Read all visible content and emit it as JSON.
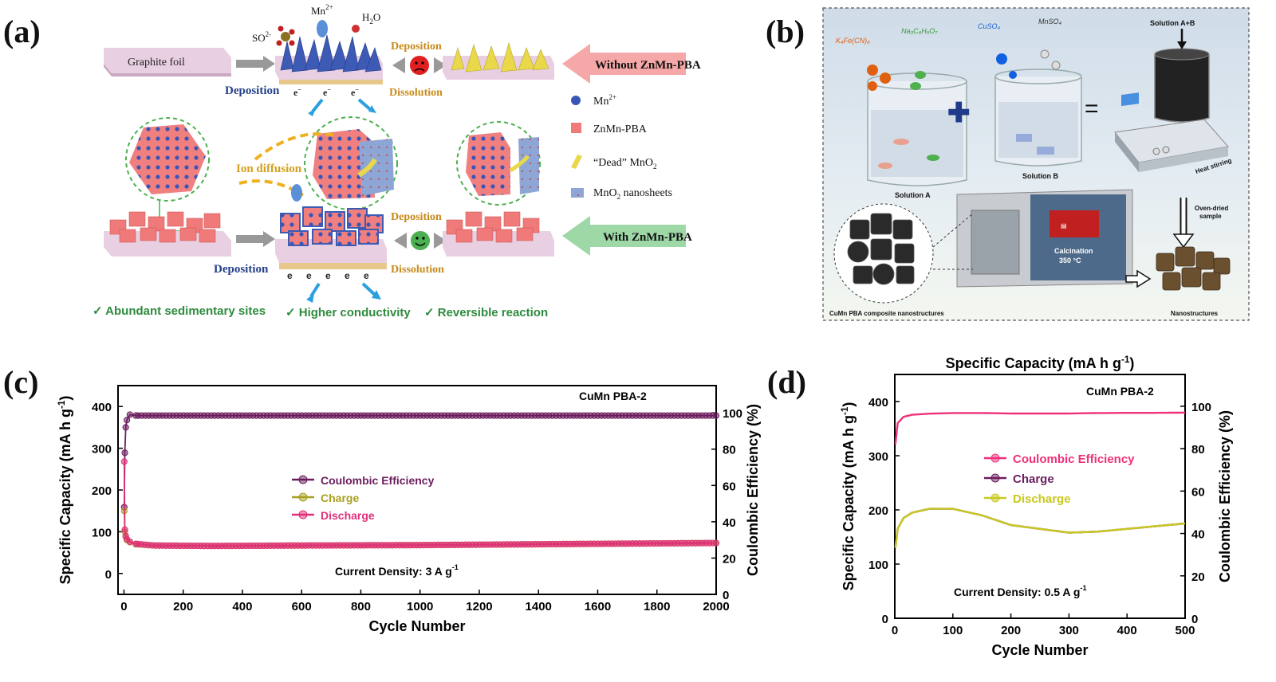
{
  "panels": {
    "a": "(a)",
    "b": "(b)",
    "c": "(c)",
    "d": "(d)"
  },
  "panel_a": {
    "graphite_foil": "Graphite foil",
    "ions": {
      "so4": "SO",
      "so4_sup": "2-",
      "so4_sub": "4",
      "mn": "Mn",
      "mn_sup": "2+",
      "h2o": "H",
      "h2o_sub": "2",
      "h2o_tail": "O"
    },
    "deposition_1": "Deposition",
    "deposition_2": "Deposition",
    "deposition_r1": "Deposition",
    "dissolution_r1": "Dissolution",
    "deposition_r2": "Deposition",
    "dissolution_r2": "Dissolution",
    "ion_diffusion": "Ion diffusion",
    "electron": "e",
    "electron_sup": "−",
    "without_label": "Without ZnMn-PBA",
    "with_label": "With ZnMn-PBA",
    "legend": {
      "mn": "Mn",
      "mn_sup": "2+",
      "pba": "ZnMn-PBA",
      "dead": "“Dead” MnO",
      "dead_sub": "2",
      "nanosheets": "MnO",
      "nanosheets_sub": "2",
      "nanosheets_tail": " nanosheets"
    },
    "checks": [
      "✓  Abundant sedimentary sites",
      "✓  Higher conductivity",
      "✓  Reversible reaction"
    ],
    "colors": {
      "blue_text": "#26408b",
      "orange_text": "#c88a1a",
      "green_text": "#2e8b3e",
      "pink": "#f07a7a",
      "dead": "#e8d84a"
    }
  },
  "panel_b": {
    "k4": "K₄Fe(CN)₆",
    "na3": "Na₃C₆H₅O₇",
    "cuso4": "CuSO₄",
    "mnso4": "MnSO₄",
    "sol_ab": "Solution A+B",
    "sol_a": "Solution A",
    "sol_b": "Solution B",
    "heat": "Heat stirring",
    "oven": "Oven-dried",
    "oven2": "sample",
    "calc": "Calcination",
    "calc_temp": "350 °C",
    "cumn": "CuMn PBA composite nanostructures",
    "nano": "Nanostructures"
  },
  "chart_data": [
    {
      "type": "line",
      "panel": "c",
      "title": "",
      "annotation": "CuMn PBA-2",
      "current_density": "Current Density: 3 A g",
      "current_density_sup": "-1",
      "xlabel": "Cycle Number",
      "ylabel": "Specific Capacity (mA h g",
      "ylabel_sup": "-1",
      "ylabel_tail": ")",
      "y2label": "Coulombic Efficiency (%)",
      "xlim": [
        -20,
        2000
      ],
      "ylim": [
        -50,
        450
      ],
      "y2lim": [
        0,
        115
      ],
      "xticks": [
        "0",
        "200",
        "400",
        "600",
        "800",
        "1000",
        "1200",
        "1400",
        "1600",
        "1800",
        "2000"
      ],
      "yticks": [
        "0",
        "100",
        "200",
        "300",
        "400"
      ],
      "y2ticks": [
        "0",
        "20",
        "40",
        "60",
        "80",
        "100"
      ],
      "legend": [
        "Coulombic Efficiency",
        "Charge",
        "Discharge"
      ],
      "series": [
        {
          "name": "Coulombic Efficiency",
          "axis": "right",
          "color": "#6b1d5e",
          "x": [
            1,
            3,
            6,
            10,
            20,
            40,
            100,
            300,
            600,
            1000,
            1400,
            1800,
            2000
          ],
          "y": [
            48,
            78,
            92,
            96,
            99,
            98.5,
            98.5,
            98.5,
            98.5,
            98.5,
            98.5,
            98.5,
            98.5
          ]
        },
        {
          "name": "Charge",
          "axis": "left",
          "color": "#a8a020",
          "x": [
            1,
            3,
            6,
            10,
            20,
            40,
            100,
            300,
            600,
            1000,
            1400,
            1800,
            2000
          ],
          "y": [
            150,
            100,
            88,
            80,
            75,
            70,
            67,
            66,
            67,
            68,
            70,
            72,
            73
          ]
        },
        {
          "name": "Discharge",
          "axis": "left",
          "color": "#e0307a",
          "x": [
            1,
            3,
            6,
            10,
            20,
            40,
            100,
            300,
            600,
            1000,
            1400,
            1800,
            2000
          ],
          "y": [
            268,
            105,
            90,
            82,
            76,
            71,
            67,
            66,
            67,
            68,
            70,
            72,
            73
          ]
        }
      ]
    },
    {
      "type": "line",
      "panel": "d",
      "title": "Specific Capacity (mA h g",
      "title_sup": "-1",
      "title_tail": ")",
      "annotation": "CuMn PBA-2",
      "current_density": "Current Density: 0.5 A g",
      "current_density_sup": "-1",
      "xlabel": "Cycle Number",
      "ylabel": "Specific Capacity (mA h g",
      "ylabel_sup": "-1",
      "ylabel_tail": ")",
      "y2label": "Coulombic Efficiency (%)",
      "xlim": [
        0,
        500
      ],
      "ylim": [
        0,
        450
      ],
      "y2lim": [
        0,
        115
      ],
      "xticks": [
        "0",
        "100",
        "200",
        "300",
        "400",
        "500"
      ],
      "yticks": [
        "0",
        "100",
        "200",
        "300",
        "400"
      ],
      "y2ticks": [
        "0",
        "20",
        "40",
        "60",
        "80",
        "100"
      ],
      "legend": [
        "Coulombic Efficiency",
        "Charge",
        "Discharge"
      ],
      "series": [
        {
          "name": "Coulombic Efficiency",
          "axis": "right",
          "color": "#f0307a",
          "x": [
            1,
            5,
            15,
            30,
            60,
            100,
            150,
            200,
            250,
            300,
            350,
            400,
            450,
            500
          ],
          "y": [
            82,
            92,
            95,
            96,
            96.5,
            96.8,
            96.8,
            96.6,
            96.6,
            96.6,
            96.8,
            96.9,
            96.9,
            97
          ]
        },
        {
          "name": "Charge",
          "axis": "left",
          "color": "#6b1d5e",
          "x": [
            1,
            5,
            15,
            30,
            60,
            100,
            150,
            200,
            250,
            300,
            350,
            400,
            450,
            500
          ],
          "y": [
            130,
            165,
            185,
            195,
            202,
            202,
            190,
            172,
            165,
            158,
            160,
            165,
            170,
            175
          ]
        },
        {
          "name": "Discharge",
          "axis": "left",
          "color": "#c8c820",
          "x": [
            1,
            5,
            15,
            30,
            60,
            100,
            150,
            200,
            250,
            300,
            350,
            400,
            450,
            500
          ],
          "y": [
            130,
            165,
            185,
            195,
            202,
            202,
            190,
            172,
            165,
            158,
            160,
            165,
            170,
            175
          ]
        }
      ]
    }
  ]
}
